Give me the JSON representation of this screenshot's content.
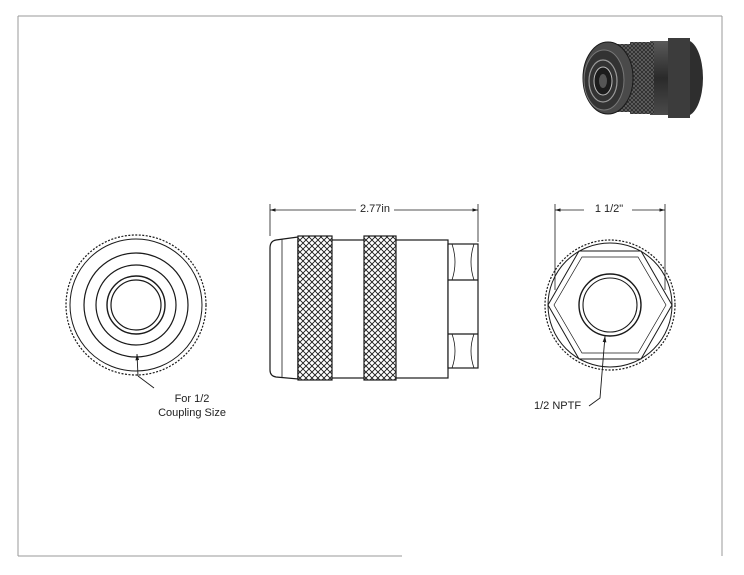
{
  "dimensions": {
    "length": "2.77in",
    "hex_across_flats": "1 1/2\""
  },
  "callouts": {
    "coupling_line1": "For 1/2",
    "coupling_line2": "Coupling Size",
    "thread": "1/2 NPTF"
  },
  "colors": {
    "line": "#1a1a1a",
    "border": "#9a9a9a",
    "photo_body": "#3a3a3a"
  }
}
